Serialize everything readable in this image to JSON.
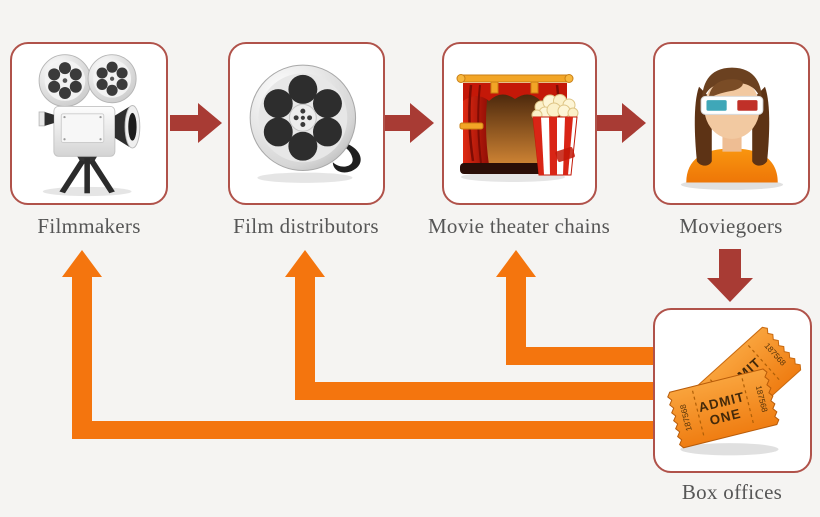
{
  "diagram_title": "",
  "nodes": [
    {
      "id": "filmmakers",
      "label": "Filmmakers",
      "icon": "movie-camera-icon"
    },
    {
      "id": "film_distributors",
      "label": "Film distributors",
      "icon": "film-reel-icon"
    },
    {
      "id": "movie_theater_chains",
      "label": "Movie theater chains",
      "icon": "theater-stage-popcorn-icon"
    },
    {
      "id": "moviegoers",
      "label": "Moviegoers",
      "icon": "moviegoer-3d-glasses-icon"
    },
    {
      "id": "box_offices",
      "label": "Box offices",
      "icon": "admit-one-tickets-icon"
    }
  ],
  "ticket": {
    "admit_line1": "ADMIT",
    "admit_line2": "ONE",
    "serial": "187568"
  },
  "edges": {
    "forward": [
      {
        "from": "Filmmakers",
        "to": "Film distributors"
      },
      {
        "from": "Film distributors",
        "to": "Movie theater chains"
      },
      {
        "from": "Movie theater chains",
        "to": "Moviegoers"
      },
      {
        "from": "Moviegoers",
        "to": "Box offices"
      }
    ],
    "feedback": [
      {
        "from": "Box offices",
        "to": "Movie theater chains"
      },
      {
        "from": "Box offices",
        "to": "Film distributors"
      },
      {
        "from": "Box offices",
        "to": "Filmmakers"
      }
    ]
  },
  "colors": {
    "background": "#f5f4f2",
    "box_fill": "#ffffff",
    "box_border": "#b0524a",
    "forward_arrow": "#a83b34",
    "feedback_arrow": "#f4750e",
    "label_text": "#565656"
  }
}
